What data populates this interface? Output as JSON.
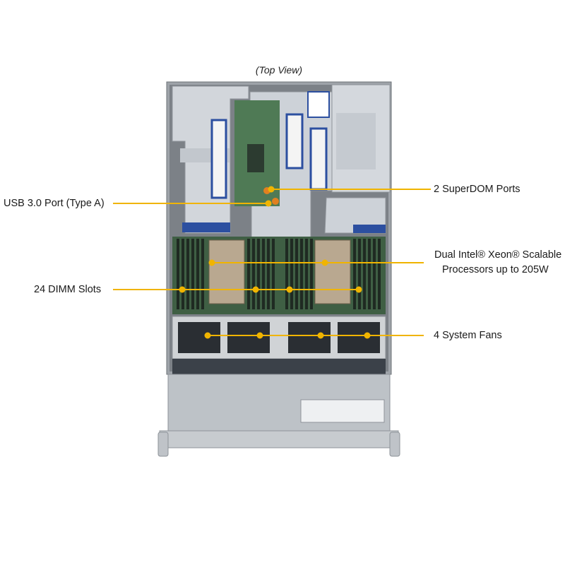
{
  "view_caption": "(Top View)",
  "labels": {
    "usb": "USB 3.0 Port (Type A)",
    "dimm": "24 DIMM Slots",
    "superdom": "2 SuperDOM Ports",
    "cpu_line1": "Dual Intel® Xeon® Scalable",
    "cpu_line2": "Processors up to 205W",
    "fans": "4 System Fans"
  },
  "colors": {
    "callout": "#f0b400",
    "chassis": "#b9bec4",
    "riser_bracket": "#cdd2d8",
    "board_green": "#4f7a55"
  }
}
